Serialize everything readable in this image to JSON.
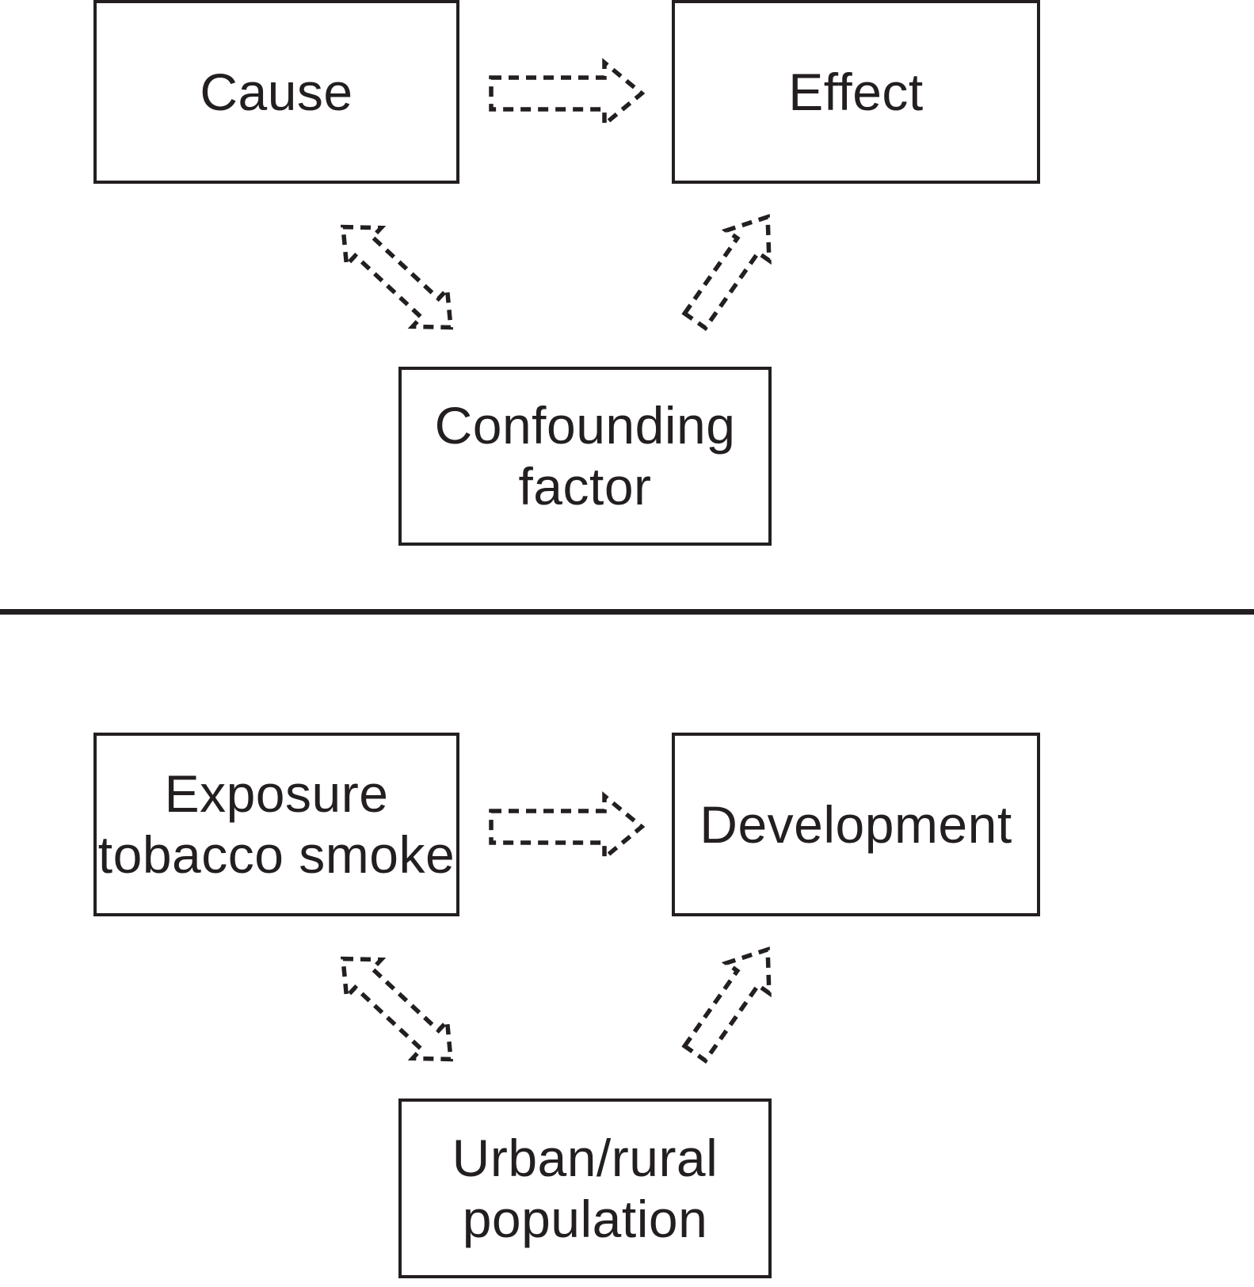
{
  "colors": {
    "ink": "#231f20",
    "background": "#ffffff"
  },
  "top_panel": {
    "cause_label": "Cause",
    "effect_label": "Effect",
    "confounder_label_line1": "Confounding",
    "confounder_label_line2": "factor",
    "arrows": [
      {
        "name": "cause-to-effect",
        "style": "dashed-outline-block-arrow",
        "direction": "right"
      },
      {
        "name": "cause-and-confounding-factor",
        "style": "dashed-outline-block-arrow",
        "direction": "double-headed-diagonal"
      },
      {
        "name": "confounding-factor-to-effect",
        "style": "dashed-outline-block-arrow",
        "direction": "up-right"
      }
    ]
  },
  "bottom_panel": {
    "exposure_label_line1": "Exposure",
    "exposure_label_line2": "tobacco smoke",
    "development_label": "Development",
    "confounder_label_line1": "Urban/rural",
    "confounder_label_line2": "population",
    "arrows": [
      {
        "name": "exposure-to-development",
        "style": "dashed-outline-block-arrow",
        "direction": "right"
      },
      {
        "name": "exposure-and-urban-rural-population",
        "style": "dashed-outline-block-arrow",
        "direction": "double-headed-diagonal"
      },
      {
        "name": "urban-rural-population-to-development",
        "style": "dashed-outline-block-arrow",
        "direction": "up-right"
      }
    ]
  }
}
